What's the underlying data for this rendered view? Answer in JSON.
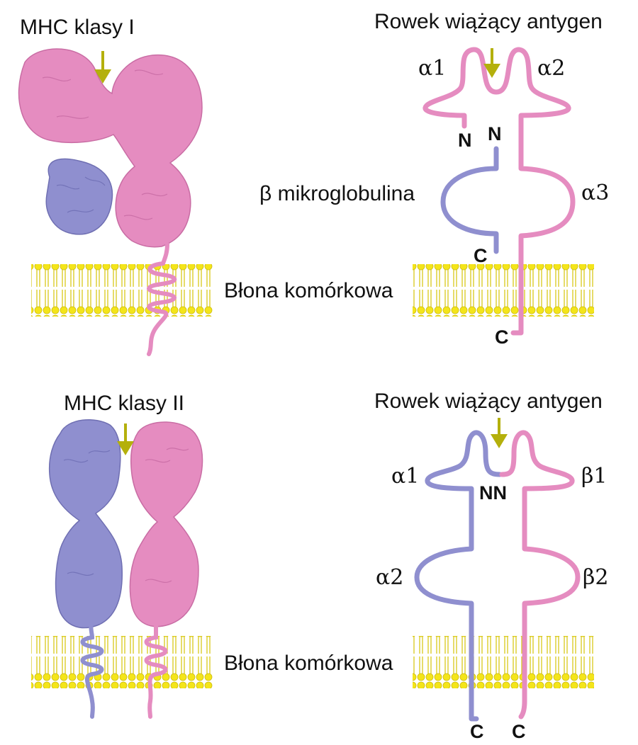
{
  "colors": {
    "alpha_chain": "#e58cc0",
    "beta_chain": "#8f8fcf",
    "membrane_head": "#f4e51a",
    "membrane_tail": "#d9c91a",
    "arrow": "#b4b00c",
    "text": "#111111"
  },
  "class1": {
    "title": "MHC klasy I",
    "membrane_label": "Błona komórkowa"
  },
  "class1_schema": {
    "groove_label": "Rowek wiążący antygen",
    "a1": "α1",
    "a2": "α2",
    "a3": "α3",
    "b2m": "β mikroglobulina",
    "n_alpha": "N",
    "n_beta": "N",
    "c_beta": "C",
    "c_alpha": "C"
  },
  "class2": {
    "title": "MHC klasy II",
    "membrane_label": "Błona komórkowa"
  },
  "class2_schema": {
    "groove_label": "Rowek wiążący antygen",
    "a1": "α1",
    "b1": "β1",
    "a2": "α2",
    "b2": "β2",
    "nn": "NN",
    "c_alpha": "C",
    "c_beta": "C"
  }
}
